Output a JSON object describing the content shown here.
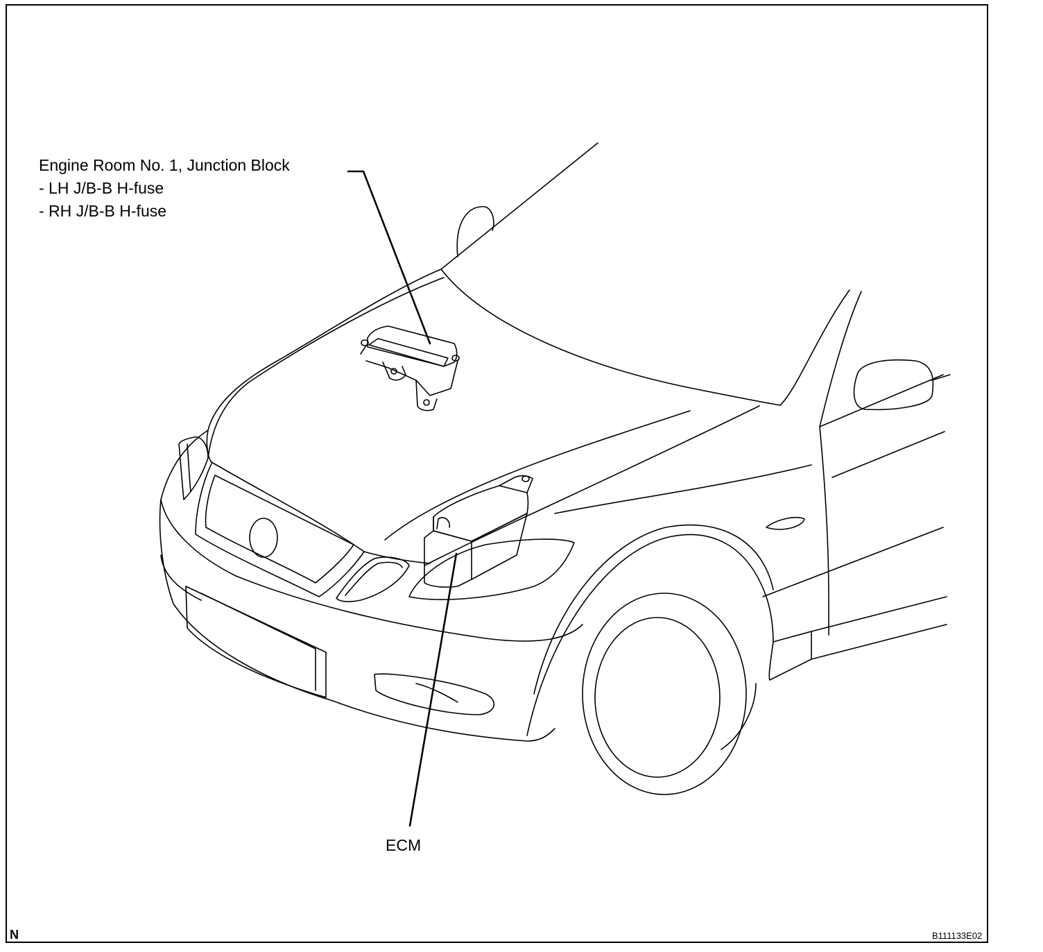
{
  "labels": {
    "junction_block": {
      "title": "Engine Room No. 1, Junction Block",
      "items": [
        "- LH J/B-B H-fuse",
        "- RH J/B-B H-fuse"
      ]
    },
    "ecm": "ECM"
  },
  "corner_marks": {
    "north": "N",
    "figure_code": "B111133E02"
  }
}
